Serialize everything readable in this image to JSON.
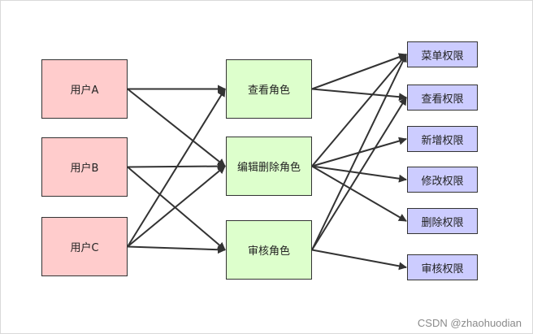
{
  "diagram": {
    "users": [
      {
        "id": "user-a",
        "label": "用户A"
      },
      {
        "id": "user-b",
        "label": "用户B"
      },
      {
        "id": "user-c",
        "label": "用户C"
      }
    ],
    "roles": [
      {
        "id": "role-view",
        "label": "查看角色"
      },
      {
        "id": "role-edit",
        "label": "编辑删除角色"
      },
      {
        "id": "role-audit",
        "label": "审核角色"
      }
    ],
    "permissions": [
      {
        "id": "perm-menu",
        "label": "菜单权限"
      },
      {
        "id": "perm-view",
        "label": "查看权限"
      },
      {
        "id": "perm-add",
        "label": "新增权限"
      },
      {
        "id": "perm-modify",
        "label": "修改权限"
      },
      {
        "id": "perm-delete",
        "label": "删除权限"
      },
      {
        "id": "perm-audit",
        "label": "审核权限"
      }
    ],
    "edges": [
      [
        "user-a",
        "role-view"
      ],
      [
        "user-a",
        "role-edit"
      ],
      [
        "user-b",
        "role-edit"
      ],
      [
        "user-b",
        "role-audit"
      ],
      [
        "user-c",
        "role-view"
      ],
      [
        "user-c",
        "role-edit"
      ],
      [
        "user-c",
        "role-audit"
      ],
      [
        "role-view",
        "perm-menu"
      ],
      [
        "role-view",
        "perm-view"
      ],
      [
        "role-edit",
        "perm-menu"
      ],
      [
        "role-edit",
        "perm-add"
      ],
      [
        "role-edit",
        "perm-modify"
      ],
      [
        "role-edit",
        "perm-delete"
      ],
      [
        "role-audit",
        "perm-menu"
      ],
      [
        "role-audit",
        "perm-view"
      ],
      [
        "role-audit",
        "perm-audit"
      ]
    ],
    "colors": {
      "user": "#ffcccc",
      "role": "#ddffcc",
      "permission": "#ccccff",
      "edge": "#333333"
    }
  },
  "watermark": "CSDN @zhaohuodian"
}
